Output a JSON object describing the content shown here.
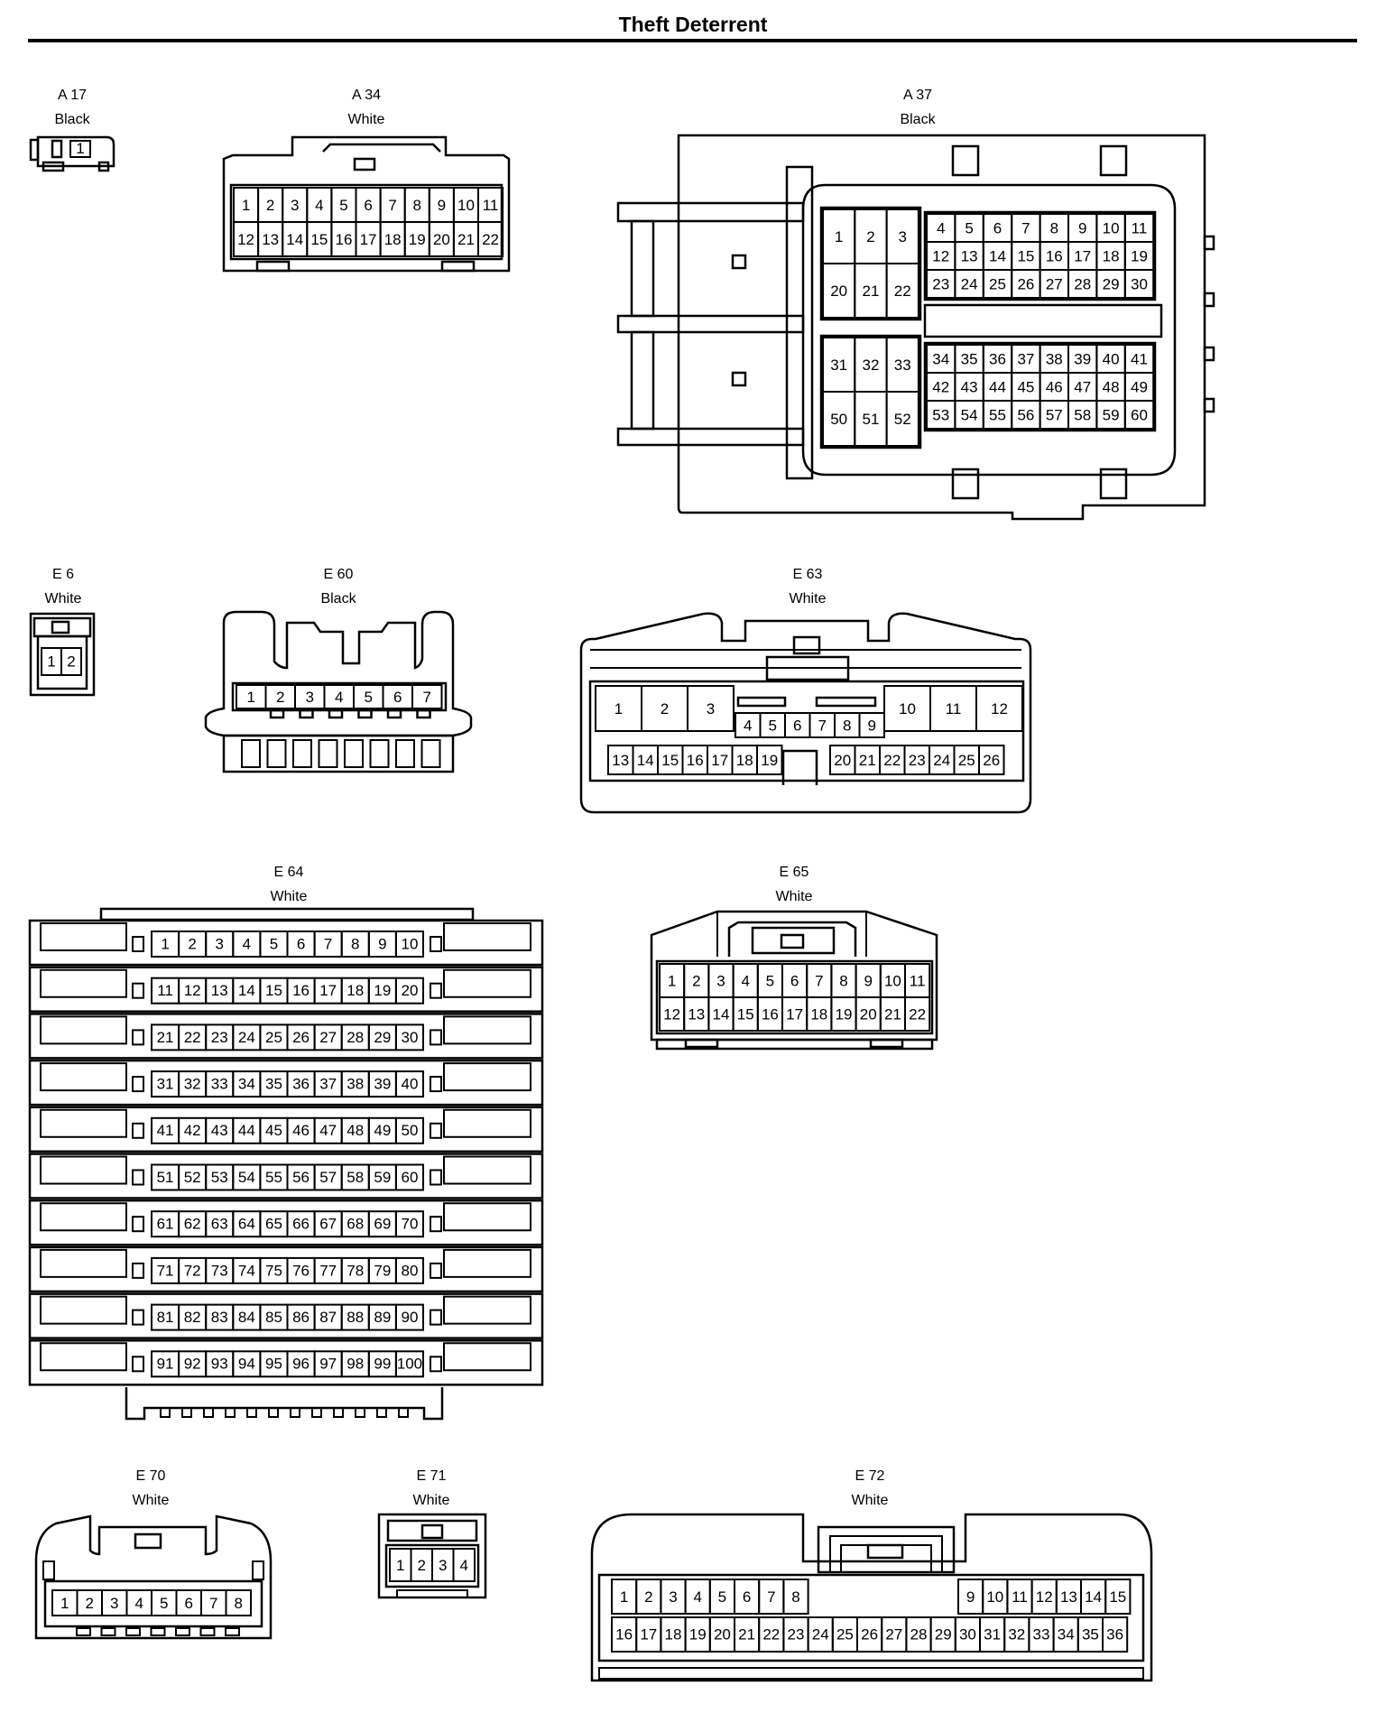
{
  "title": "Theft Deterrent",
  "connectors": {
    "A17": {
      "id": "A 17",
      "color": "Black",
      "pins": [
        "1"
      ]
    },
    "A34": {
      "id": "A 34",
      "color": "White",
      "pins": [
        "1",
        "2",
        "3",
        "4",
        "5",
        "6",
        "7",
        "8",
        "9",
        "10",
        "11",
        "12",
        "13",
        "14",
        "15",
        "16",
        "17",
        "18",
        "19",
        "20",
        "21",
        "22"
      ]
    },
    "A37": {
      "id": "A 37",
      "color": "Black",
      "blocks": {
        "tl": [
          "1",
          "2",
          "3",
          "20",
          "21",
          "22"
        ],
        "tr": [
          "4",
          "5",
          "6",
          "7",
          "8",
          "9",
          "10",
          "11",
          "12",
          "13",
          "14",
          "15",
          "16",
          "17",
          "18",
          "19",
          "23",
          "24",
          "25",
          "26",
          "27",
          "28",
          "29",
          "30"
        ],
        "bl": [
          "31",
          "32",
          "33",
          "50",
          "51",
          "52"
        ],
        "br": [
          "34",
          "35",
          "36",
          "37",
          "38",
          "39",
          "40",
          "41",
          "42",
          "43",
          "44",
          "45",
          "46",
          "47",
          "48",
          "49",
          "53",
          "54",
          "55",
          "56",
          "57",
          "58",
          "59",
          "60"
        ]
      }
    },
    "E6": {
      "id": "E 6",
      "color": "White",
      "pins": [
        "1",
        "2"
      ]
    },
    "E60": {
      "id": "E 60",
      "color": "Black",
      "pins": [
        "1",
        "2",
        "3",
        "4",
        "5",
        "6",
        "7"
      ]
    },
    "E63": {
      "id": "E 63",
      "color": "White",
      "big_left": [
        "1",
        "2",
        "3"
      ],
      "mid": [
        "4",
        "5",
        "6",
        "7",
        "8",
        "9"
      ],
      "big_right": [
        "10",
        "11",
        "12"
      ],
      "bottom_left": [
        "13",
        "14",
        "15",
        "16",
        "17",
        "18",
        "19"
      ],
      "bottom_right": [
        "20",
        "21",
        "22",
        "23",
        "24",
        "25",
        "26"
      ]
    },
    "E64": {
      "id": "E 64",
      "color": "White",
      "pins": [
        "1",
        "2",
        "3",
        "4",
        "5",
        "6",
        "7",
        "8",
        "9",
        "10",
        "11",
        "12",
        "13",
        "14",
        "15",
        "16",
        "17",
        "18",
        "19",
        "20",
        "21",
        "22",
        "23",
        "24",
        "25",
        "26",
        "27",
        "28",
        "29",
        "30",
        "31",
        "32",
        "33",
        "34",
        "35",
        "36",
        "37",
        "38",
        "39",
        "40",
        "41",
        "42",
        "43",
        "44",
        "45",
        "46",
        "47",
        "48",
        "49",
        "50",
        "51",
        "52",
        "53",
        "54",
        "55",
        "56",
        "57",
        "58",
        "59",
        "60",
        "61",
        "62",
        "63",
        "64",
        "65",
        "66",
        "67",
        "68",
        "69",
        "70",
        "71",
        "72",
        "73",
        "74",
        "75",
        "76",
        "77",
        "78",
        "79",
        "80",
        "81",
        "82",
        "83",
        "84",
        "85",
        "86",
        "87",
        "88",
        "89",
        "90",
        "91",
        "92",
        "93",
        "94",
        "95",
        "96",
        "97",
        "98",
        "99",
        "100"
      ]
    },
    "E65": {
      "id": "E 65",
      "color": "White",
      "pins": [
        "1",
        "2",
        "3",
        "4",
        "5",
        "6",
        "7",
        "8",
        "9",
        "10",
        "11",
        "12",
        "13",
        "14",
        "15",
        "16",
        "17",
        "18",
        "19",
        "20",
        "21",
        "22"
      ]
    },
    "E70": {
      "id": "E 70",
      "color": "White",
      "pins": [
        "1",
        "2",
        "3",
        "4",
        "5",
        "6",
        "7",
        "8"
      ]
    },
    "E71": {
      "id": "E 71",
      "color": "White",
      "pins": [
        "1",
        "2",
        "3",
        "4"
      ]
    },
    "E72": {
      "id": "E 72",
      "color": "White",
      "pins": [
        "1",
        "2",
        "3",
        "4",
        "5",
        "6",
        "7",
        "8",
        "9",
        "10",
        "11",
        "12",
        "13",
        "14",
        "15",
        "16",
        "17",
        "18",
        "19",
        "20",
        "21",
        "22",
        "23",
        "24",
        "25",
        "26",
        "27",
        "28",
        "29",
        "30",
        "31",
        "32",
        "33",
        "34",
        "35",
        "36"
      ]
    }
  }
}
